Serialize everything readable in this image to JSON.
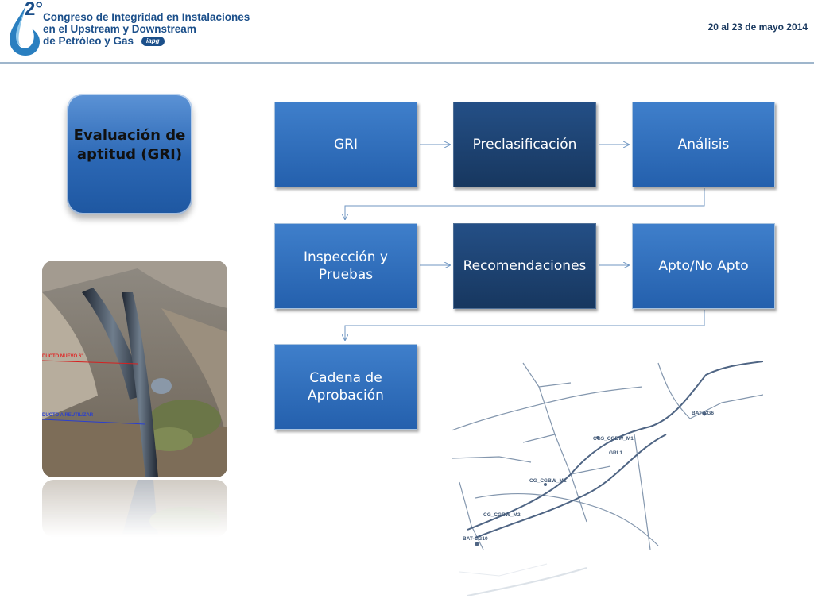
{
  "header": {
    "logo_number": "2°",
    "title_lines": [
      "Congreso de Integridad en Instalaciones",
      "en el Upstream y Downstream",
      "de Petróleo y Gas"
    ],
    "org_badge": "iapg",
    "date": "20 al 23 de mayo 2014"
  },
  "title_box": {
    "label": "Evaluación de aptitud (GRI)"
  },
  "process": {
    "steps": [
      {
        "label": "GRI"
      },
      {
        "label": "Preclasificación"
      },
      {
        "label": "Análisis"
      },
      {
        "label": "Inspección y Pruebas"
      },
      {
        "label": "Recomendaciones"
      },
      {
        "label": "Apto/No Apto"
      },
      {
        "label": "Cadena de Aprobación"
      }
    ]
  },
  "photo": {
    "label_red": "DUCTO NUEVO 6\"",
    "label_blue": "DUCTO A REUTILIZAR"
  },
  "map": {
    "labels": [
      "BAT-CG6",
      "CGS_CGBW_M1",
      "CG_CGBW_M1",
      "CG_CGBW_M2",
      "BAT-CG10",
      "GRI 1"
    ]
  },
  "colors": {
    "process_blue": "#2f6fbd",
    "process_dark": "#1c3f6b",
    "header_blue": "#1b4f8a"
  }
}
